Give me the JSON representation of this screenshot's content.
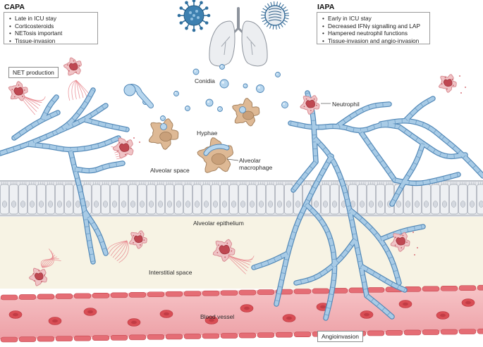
{
  "left_panel": {
    "title": "CAPA",
    "items": [
      "Late in ICU stay",
      "Corticosteroids",
      "NETosis important",
      "Tissue-invasion"
    ]
  },
  "right_panel": {
    "title": "IAPA",
    "items": [
      "Early in ICU stay",
      "Decreased IFNγ signalling and LAP",
      "Hampered neutrophil functions",
      "Tissue-invasion and angio-invasion"
    ]
  },
  "labels": {
    "net_production": "NET production",
    "conidia": "Conidia",
    "neutrophil": "Neutrophil",
    "hyphae": "Hyphae",
    "alveolar_macrophage": "Alveolar\nmacrophage",
    "alveolar_space": "Alveolar space",
    "alveolar_epithelium": "Alveolar epithelium",
    "interstitial_space": "Interstitial space",
    "blood_vessel": "Blood vessel",
    "angioinvasion": "Angioinvasion"
  },
  "colors": {
    "hyphae": "#a8cbe6",
    "hyphae_outline": "#4f86b6",
    "neutrophil": "#f0c3c6",
    "nucleus": "#bf4852",
    "macrophage": "#deb995",
    "epithelium": "#e6e8ec",
    "interstitium": "#f7f3e4",
    "blood_vessel": "#f3b0b4",
    "erythrocyte": "#d94e55",
    "virus": "#2f6f9e"
  }
}
